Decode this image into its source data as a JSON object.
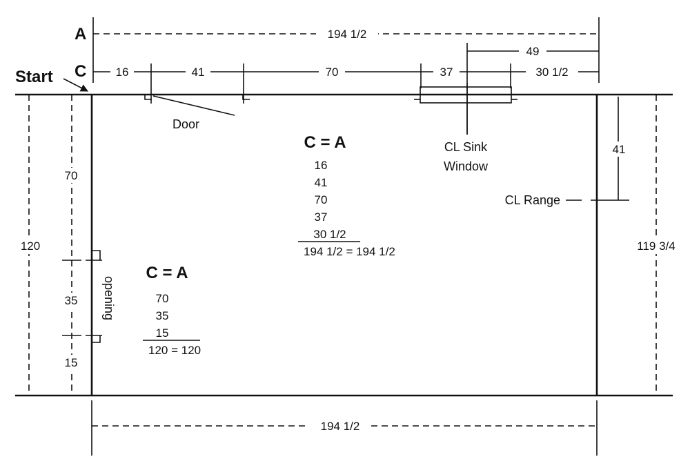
{
  "labels": {
    "row_a": "A",
    "row_c": "C",
    "start": "Start",
    "door": "Door",
    "cl_sink": "CL Sink",
    "window": "Window",
    "cl_range": "CL Range",
    "opening": "opening"
  },
  "dimensions": {
    "top_a": "194 1/2",
    "top_c": [
      "16",
      "41",
      "70",
      "37",
      "30 1/2"
    ],
    "sink_from_right": "49",
    "range_from_top": "41",
    "right_side": "119 3/4",
    "left_total": "120",
    "left_parts": [
      "70",
      "35",
      "15"
    ],
    "bottom": "194 1/2"
  },
  "calc_top": {
    "title": "C = A",
    "addends": [
      "16",
      "41",
      "70",
      "37",
      "30 1/2"
    ],
    "result": "194 1/2 = 194 1/2"
  },
  "calc_left": {
    "title": "C = A",
    "addends": [
      "70",
      "35",
      "15"
    ],
    "result": "120 = 120"
  }
}
